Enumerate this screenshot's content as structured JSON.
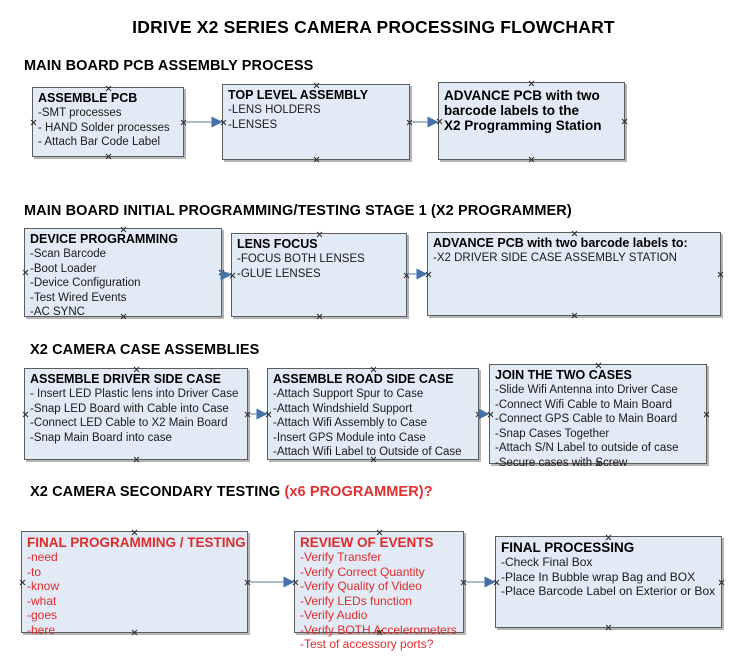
{
  "document": {
    "title": "IDRIVE X2  SERIES CAMERA PROCESSING FLOWCHART"
  },
  "sections": [
    {
      "id": "main-board-pcb-assembly",
      "header": "MAIN BOARD PCB ASSEMBLY PROCESS",
      "header_accent": "",
      "nodes": [
        {
          "id": "assemble-pcb",
          "title": "ASSEMBLE PCB",
          "lines": [
            "-SMT processes",
            "- HAND Solder processes",
            "- Attach Bar Code Label"
          ]
        },
        {
          "id": "top-level-assembly",
          "title": "TOP LEVEL ASSEMBLY",
          "lines": [
            "-LENS HOLDERS",
            "-LENSES"
          ]
        },
        {
          "id": "advance-pcb-x2-programming-station",
          "title": "ADVANCE PCB with two",
          "lines": [
            "barcode labels to the",
            " X2 Programming Station"
          ]
        }
      ]
    },
    {
      "id": "main-board-initial-programming",
      "header": "MAIN BOARD INITIAL PROGRAMMING/TESTING STAGE 1 (X2 PROGRAMMER)",
      "header_accent": "",
      "nodes": [
        {
          "id": "device-programming",
          "title": "DEVICE PROGRAMMING",
          "lines": [
            "-Scan Barcode",
            "-Boot Loader",
            "-Device Configuration",
            "-Test Wired Events",
            "-AC SYNC"
          ]
        },
        {
          "id": "lens-focus",
          "title": "LENS FOCUS",
          "lines": [
            "-FOCUS BOTH LENSES",
            "-GLUE LENSES"
          ]
        },
        {
          "id": "advance-pcb-driver-side-case",
          "title": "ADVANCE PCB with two barcode labels to:",
          "lines": [
            "-X2 DRIVER  SIDE  CASE  ASSEMBLY STATION"
          ]
        }
      ]
    },
    {
      "id": "x2-camera-case-assemblies",
      "header": "X2 CAMERA CASE ASSEMBLIES",
      "header_accent": "",
      "nodes": [
        {
          "id": "assemble-driver-side-case",
          "title": "ASSEMBLE DRIVER SIDE CASE",
          "lines": [
            "- Insert LED Plastic lens into Driver Case",
            "-Snap LED Board with Cable into Case",
            "-Connect LED Cable to X2 Main Board",
            "-Snap Main Board into case"
          ]
        },
        {
          "id": "assemble-road-side-case",
          "title": "ASSEMBLE ROAD SIDE CASE",
          "lines": [
            "-Attach Support Spur to Case",
            "-Attach Windshield Support",
            "-Attach Wifi Assembly to Case",
            "-Insert GPS Module into Case",
            "-Attach Wifi Label to Outside of Case"
          ]
        },
        {
          "id": "join-the-two-cases",
          "title": "JOIN THE TWO CASES",
          "lines": [
            "-Slide Wifi Antenna into Driver Case",
            "-Connect Wifi Cable to Main Board",
            "-Connect GPS Cable to Main Board",
            "-Snap Cases Together",
            "-Attach S/N Label to outside of case",
            "-Secure cases with Screw"
          ]
        }
      ]
    },
    {
      "id": "x2-camera-secondary-testing",
      "header": "X2 CAMERA SECONDARY TESTING ",
      "header_accent": "(x6 PROGRAMMER)?",
      "nodes": [
        {
          "id": "final-programming-testing",
          "title": "FINAL PROGRAMMING / TESTING",
          "lines": [
            "-need",
            "-to",
            "-know",
            "-what",
            "-goes",
            "-here"
          ]
        },
        {
          "id": "review-of-events",
          "title": "REVIEW OF EVENTS",
          "lines": [
            "-Verify Transfer",
            "-Verify Correct Quantity",
            "-Verify Quality of Video",
            "-Verify LEDs function",
            "-Verify Audio",
            "-Verify BOTH Accelerometers",
            "-Test of accessory ports?"
          ]
        },
        {
          "id": "final-processing",
          "title": "FINAL PROCESSING",
          "lines": [
            " -Check Final Box",
            "-Place In Bubble wrap Bag and BOX",
            "-Place Barcode Label on Exterior or Box"
          ]
        }
      ]
    }
  ],
  "colors": {
    "node_fill": "#e2eaf5",
    "node_border": "#5d5d5d",
    "accent_red": "#e02b2b",
    "arrow": "#8aa5c0",
    "arrow_head": "#4472a8",
    "text": "#000000"
  }
}
